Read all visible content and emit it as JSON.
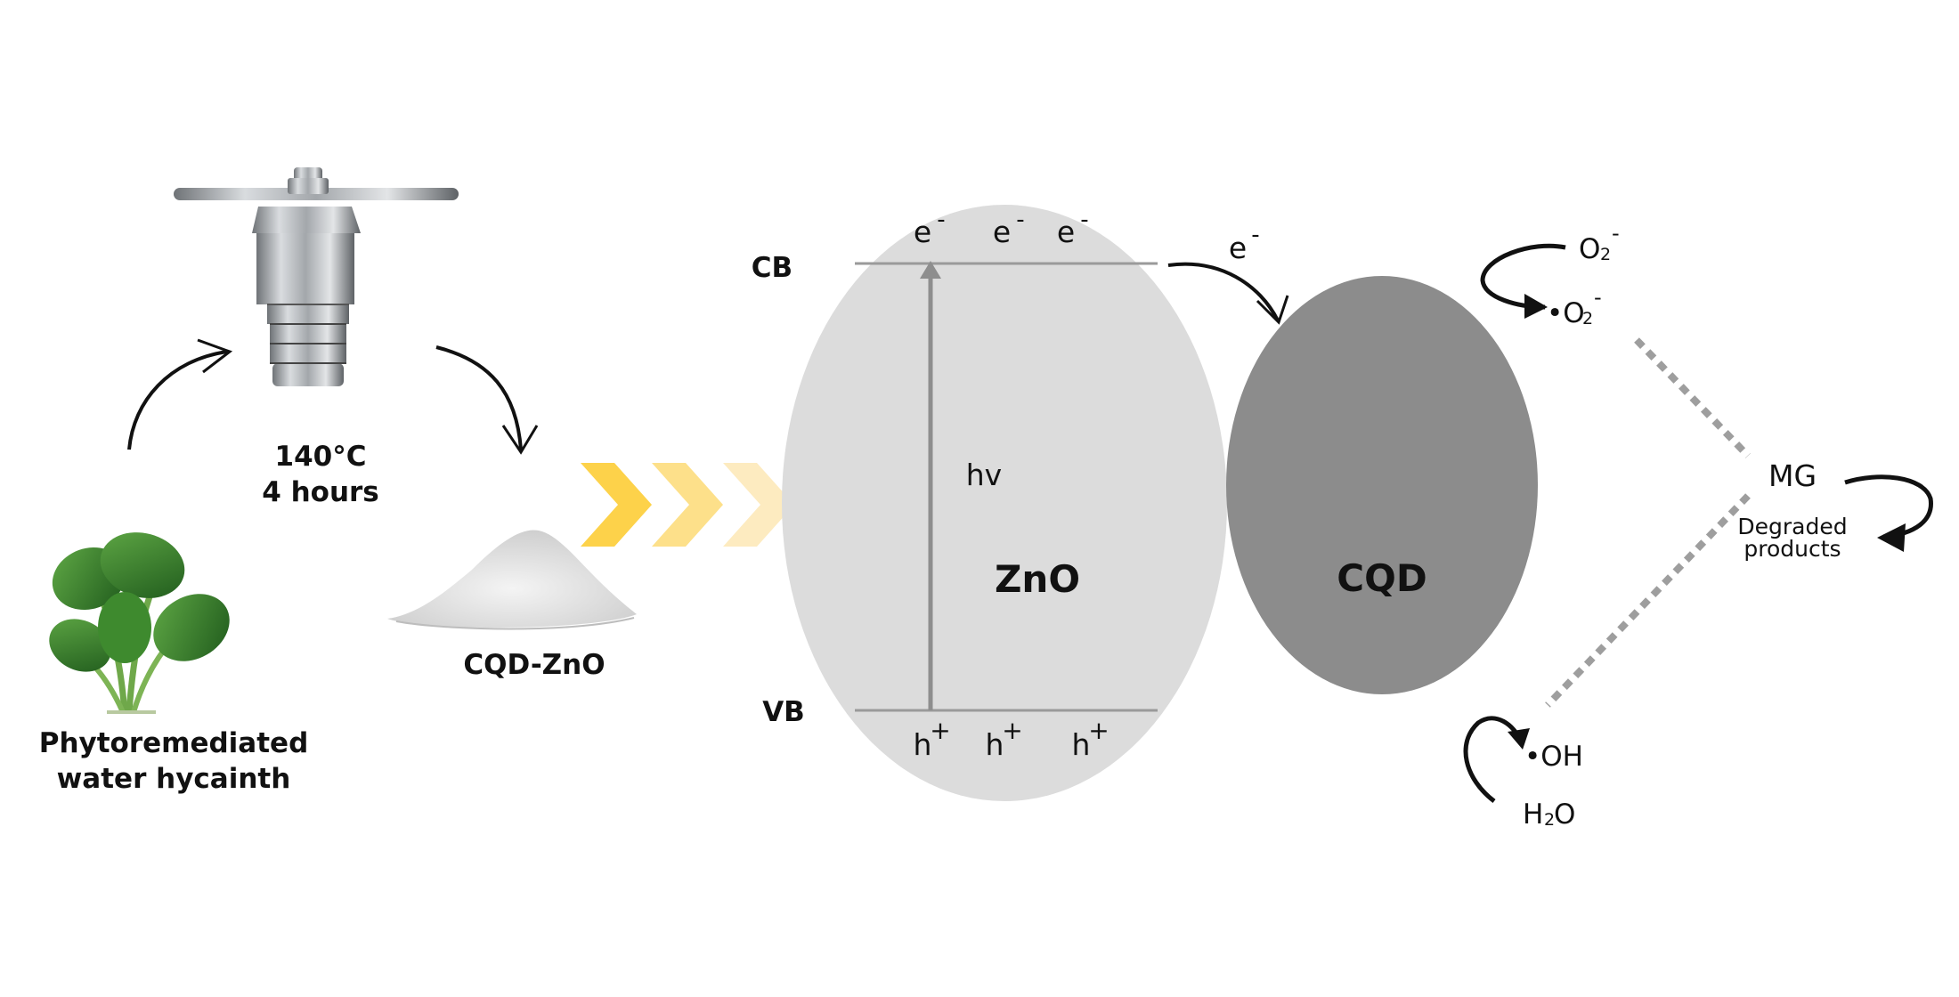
{
  "synthesis": {
    "plant_label_line1": "Phytoremediated",
    "plant_label_line2": "water hycainth",
    "temperature": "140°C",
    "duration": "4 hours",
    "product_label": "CQD-ZnO"
  },
  "band": {
    "cb_label": "CB",
    "vb_label": "VB",
    "photon_label": "hv",
    "semiconductor_label": "ZnO",
    "electron": "e",
    "electron_charge": "-",
    "hole": "h",
    "hole_charge": "+"
  },
  "quantum_dot": {
    "label": "CQD",
    "transfer_electron": "e",
    "transfer_charge": "-"
  },
  "reactions": {
    "oxygen": "O",
    "oxygen_sub": "2",
    "oxygen_charge": "-",
    "superoxide_radical": "•O",
    "superoxide_sub": "2",
    "superoxide_charge": "-",
    "hydroxyl_radical": "•OH",
    "water": "H",
    "water_sub": "2",
    "water_tail": "O",
    "dye": "MG",
    "degraded_line1": "Degraded",
    "degraded_line2": "products"
  },
  "colors": {
    "zno_fill": "#dcdcdc",
    "cqd_fill": "#8c8c8c",
    "band_line": "#9a9a9a",
    "chevron_1": "#fdd24a",
    "chevron_2": "#fde08a",
    "chevron_3": "#fdebc0",
    "dotted_line": "#9e9e9e"
  }
}
